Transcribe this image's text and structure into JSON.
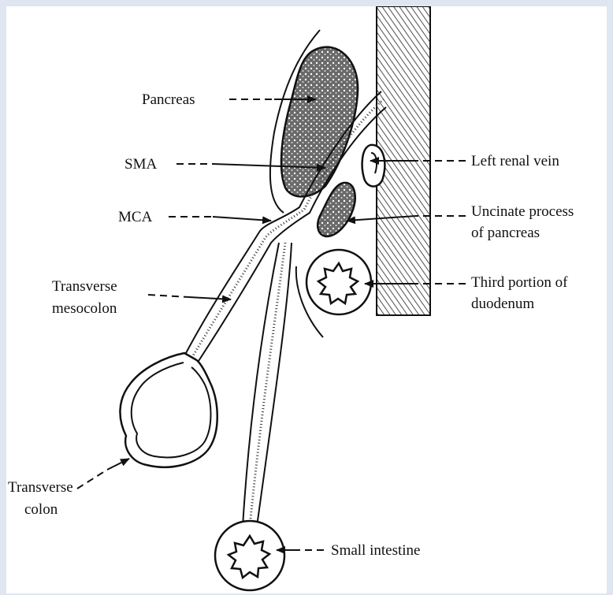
{
  "labels": {
    "pancreas": "Pancreas",
    "sma": "SMA",
    "mca": "MCA",
    "transverse_mesocolon_1": "Transverse",
    "transverse_mesocolon_2": "mesocolon",
    "transverse_colon_1": "Transverse",
    "transverse_colon_2": "colon",
    "left_renal_vein": "Left renal vein",
    "uncinate_1": "Uncinate process",
    "uncinate_2": "of pancreas",
    "third_portion_1": "Third portion of",
    "third_portion_2": "duodenum",
    "small_intestine": "Small intestine"
  },
  "colors": {
    "page_border": "#dfe5f1",
    "ink": "#111111",
    "tissue_fill": "#5a5a5a"
  }
}
